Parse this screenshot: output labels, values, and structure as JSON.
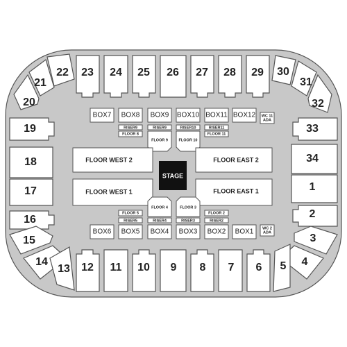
{
  "colors": {
    "arena": "#c8c8c8",
    "section": "#ffffff",
    "stage": "#111111",
    "outline": "#555555"
  },
  "stage": {
    "label": "STAGE"
  },
  "floor_sections": {
    "west2": "FLOOR WEST 2",
    "west1": "FLOOR WEST 1",
    "east2": "FLOOR EAST 2",
    "east1": "FLOOR EAST 1",
    "floor4": "FLOOR 4",
    "floor3": "FLOOR 3"
  },
  "top_boxes": [
    "BOX7",
    "BOX8",
    "BOX9",
    "BOX10",
    "BOX11",
    "BOX12"
  ],
  "bottom_boxes": [
    "BOX6",
    "BOX5",
    "BOX4",
    "BOX3",
    "BOX2",
    "BOX1"
  ],
  "wc_top": [
    "WC 11",
    "ADA"
  ],
  "wc_bottom": [
    "WC 2",
    "ADA"
  ],
  "top_risers": [
    "RISER9",
    "RISER9",
    "RISER10",
    "RISER11"
  ],
  "top_floors": [
    "FLOOR 8",
    "FLOOR 9",
    "FLOOR 10",
    "FLOOR 11"
  ],
  "bottom_floors": [
    "FLOOR 5",
    "FLOOR 2"
  ],
  "bottom_risers": [
    "RISER5",
    "RISER4",
    "RISER3",
    "RISER2"
  ],
  "top_sections": [
    "22",
    "23",
    "24",
    "25",
    "26",
    "27",
    "28",
    "29",
    "30"
  ],
  "bottom_sections": [
    "13",
    "12",
    "11",
    "10",
    "9",
    "8",
    "7",
    "6",
    "5"
  ],
  "left_sections": [
    "19",
    "18",
    "17",
    "16"
  ],
  "right_sections": [
    "33",
    "34",
    "1",
    "2"
  ],
  "corner_sections": {
    "s21": "21",
    "s20": "20",
    "s31": "31",
    "s32": "32",
    "s15": "15",
    "s14": "14",
    "s3": "3",
    "s4": "4"
  }
}
